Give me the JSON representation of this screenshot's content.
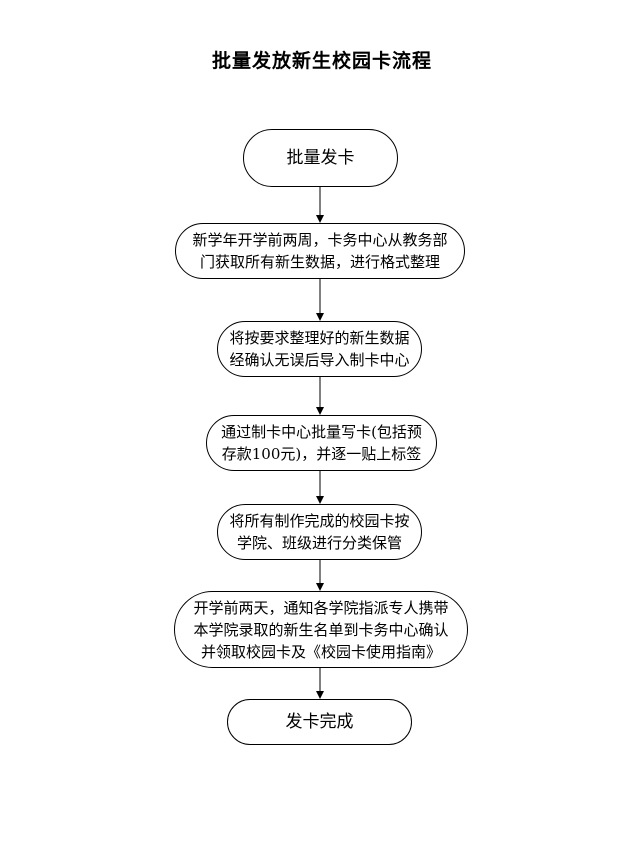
{
  "title": "批量发放新生校园卡流程",
  "nodes": {
    "start": "批量发卡",
    "step1": [
      "新学年开学前两周，卡务中心从教务部",
      "门获取所有新生数据，进行格式整理"
    ],
    "step2": [
      "将按要求整理好的新生数据",
      "经确认无误后导入制卡中心"
    ],
    "step3": [
      "通过制卡中心批量写卡(包括预",
      "存款100元)，并逐一贴上标签"
    ],
    "step4": [
      "将所有制作完成的校园卡按",
      "学院、班级进行分类保管"
    ],
    "step5": [
      "开学前两天，通知各学院指派专人携带",
      "本学院录取的新生名单到卡务中心确认",
      "并领取校园卡及《校园卡使用指南》"
    ],
    "end": "发卡完成"
  }
}
